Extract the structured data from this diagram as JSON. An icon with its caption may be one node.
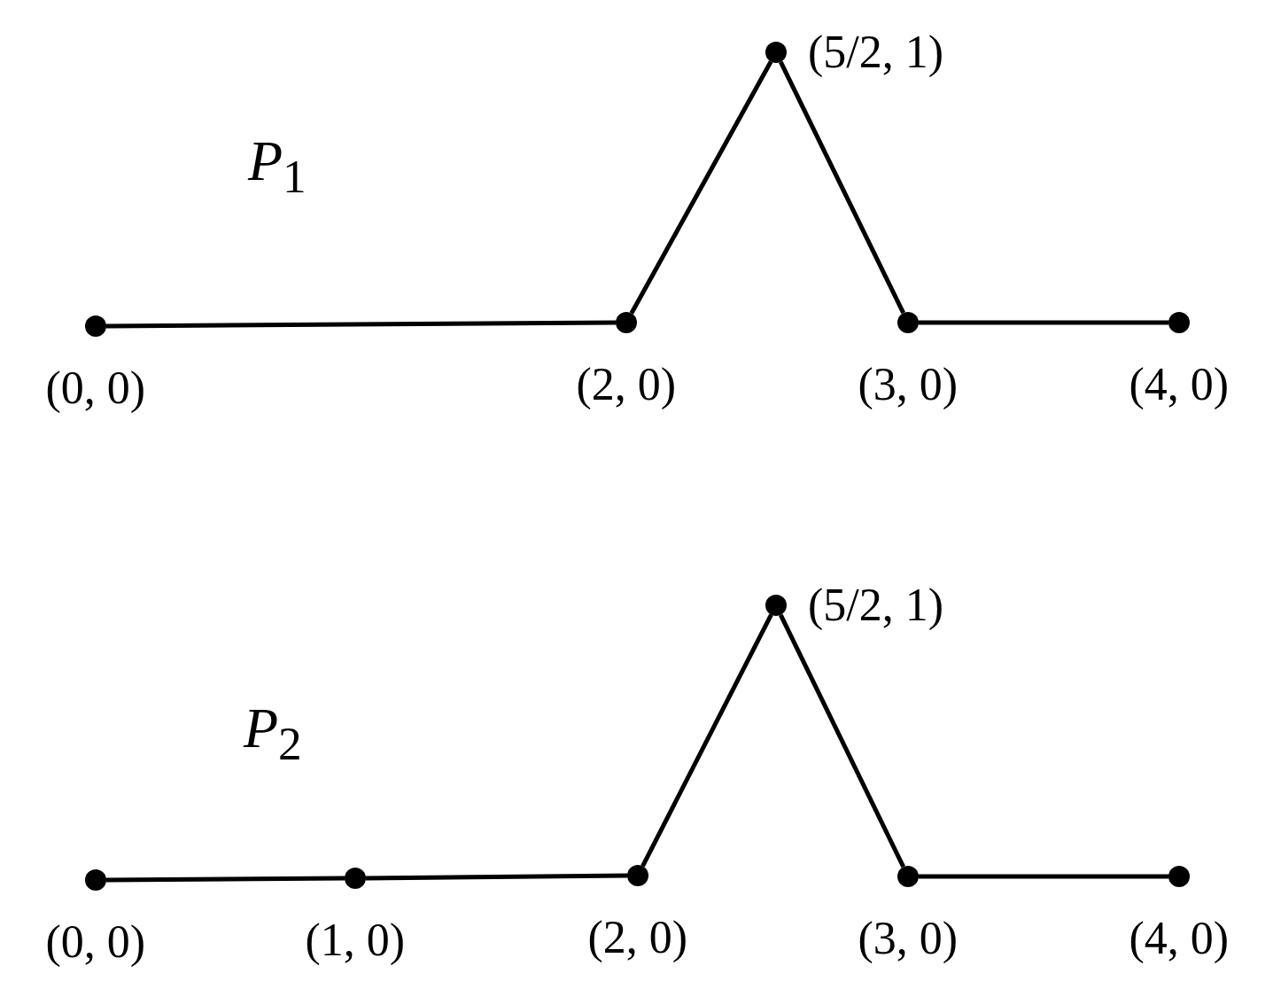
{
  "diagram": {
    "nodes": [
      {
        "text": [],
        "shape": "circle",
        "beside": [
          "(0, 0)"
        ]
      },
      {
        "text": [],
        "shape": "circle",
        "beside": [
          "(2, 0)"
        ]
      },
      {
        "text": [],
        "shape": "circle",
        "beside": [
          "(5/2, 1)"
        ]
      },
      {
        "text": [],
        "shape": "circle",
        "beside": [
          "(3, 0)"
        ]
      },
      {
        "text": [],
        "shape": "circle",
        "beside": [
          "(4, 0)"
        ]
      },
      {
        "text": [],
        "shape": "circle",
        "beside": [
          "(0, 0)"
        ]
      },
      {
        "text": [],
        "shape": "circle",
        "beside": [
          "(1, 0)"
        ]
      },
      {
        "text": [],
        "shape": "circle",
        "beside": [
          "(2, 0)"
        ]
      },
      {
        "text": [],
        "shape": "circle",
        "beside": [
          "(5/2, 1)"
        ]
      },
      {
        "text": [],
        "shape": "circle",
        "beside": [
          "(3, 0)"
        ]
      },
      {
        "text": [],
        "shape": "circle",
        "beside": [
          "(4, 0)"
        ]
      }
    ],
    "edges": [
      {
        "from": 0,
        "to": 1,
        "arrow": "none"
      },
      {
        "from": 1,
        "to": 2,
        "arrow": "none"
      },
      {
        "from": 2,
        "to": 3,
        "arrow": "none"
      },
      {
        "from": 3,
        "to": 4,
        "arrow": "none"
      },
      {
        "from": 5,
        "to": 6,
        "arrow": "none"
      },
      {
        "from": 6,
        "to": 7,
        "arrow": "none"
      },
      {
        "from": 7,
        "to": 8,
        "arrow": "none"
      },
      {
        "from": 8,
        "to": 9,
        "arrow": "none"
      },
      {
        "from": 9,
        "to": 10,
        "arrow": "none"
      }
    ],
    "labels": [
      "*P*$_{1}$",
      "*P*$_{2}$"
    ]
  }
}
